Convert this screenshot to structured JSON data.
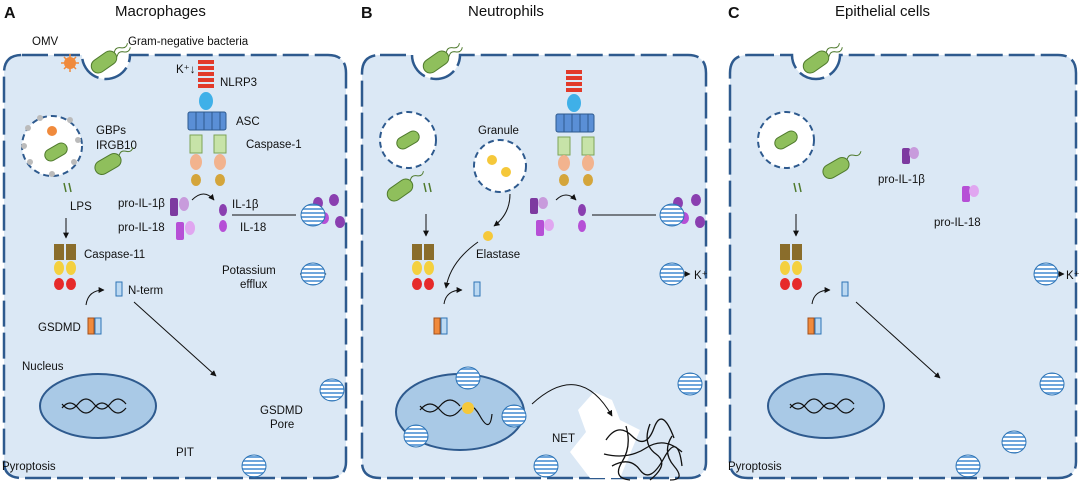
{
  "panels": [
    {
      "letter": "A",
      "title": "Macrophages"
    },
    {
      "letter": "B",
      "title": "Neutrophils"
    },
    {
      "letter": "C",
      "title": "Epithelial cells"
    }
  ],
  "labels_a": {
    "omv": "OMV",
    "bacteria": "Gram-negative bacteria",
    "k_arrow": "K⁺↓",
    "nlrp3": "NLRP3",
    "asc": "ASC",
    "caspase1": "Caspase-1",
    "gbps": "GBPs",
    "irgb10": "IRGB10",
    "lps": "LPS",
    "pro_il1b": "pro-IL-1β",
    "pro_il18": "pro-IL-18",
    "il1b": "IL-1β",
    "il18": "IL-18",
    "caspase11": "Caspase-11",
    "potassium": "Potassium",
    "efflux": "efflux",
    "nterm": "N-term",
    "gsdmd": "GSDMD",
    "nucleus": "Nucleus",
    "gsdmd_pore_1": "GSDMD",
    "gsdmd_pore_2": "Pore",
    "pit": "PIT",
    "pyroptosis": "Pyroptosis"
  },
  "labels_b": {
    "granule": "Granule",
    "elastase": "Elastase",
    "k_plus": "K⁺",
    "net": "NET"
  },
  "labels_c": {
    "pro_il1b": "pro-IL-1β",
    "pro_il18": "pro-IL-18",
    "k_plus": "K⁺",
    "pyroptosis": "Pyroptosis"
  },
  "colors": {
    "cell_fill": "#dbe8f5",
    "cell_border": "#2e5a8e",
    "bacteria_green": "#8fbf5c",
    "nlrp3_red": "#e23a2a",
    "asc_blue": "#5a8fd6",
    "caspase_green": "#c7e3a8",
    "pro_il_purple": "#8a3fb0",
    "pore_blue": "#6fa6dc",
    "granule_yellow": "#f5c83a",
    "nucleus_fill": "#a9c9e6"
  }
}
